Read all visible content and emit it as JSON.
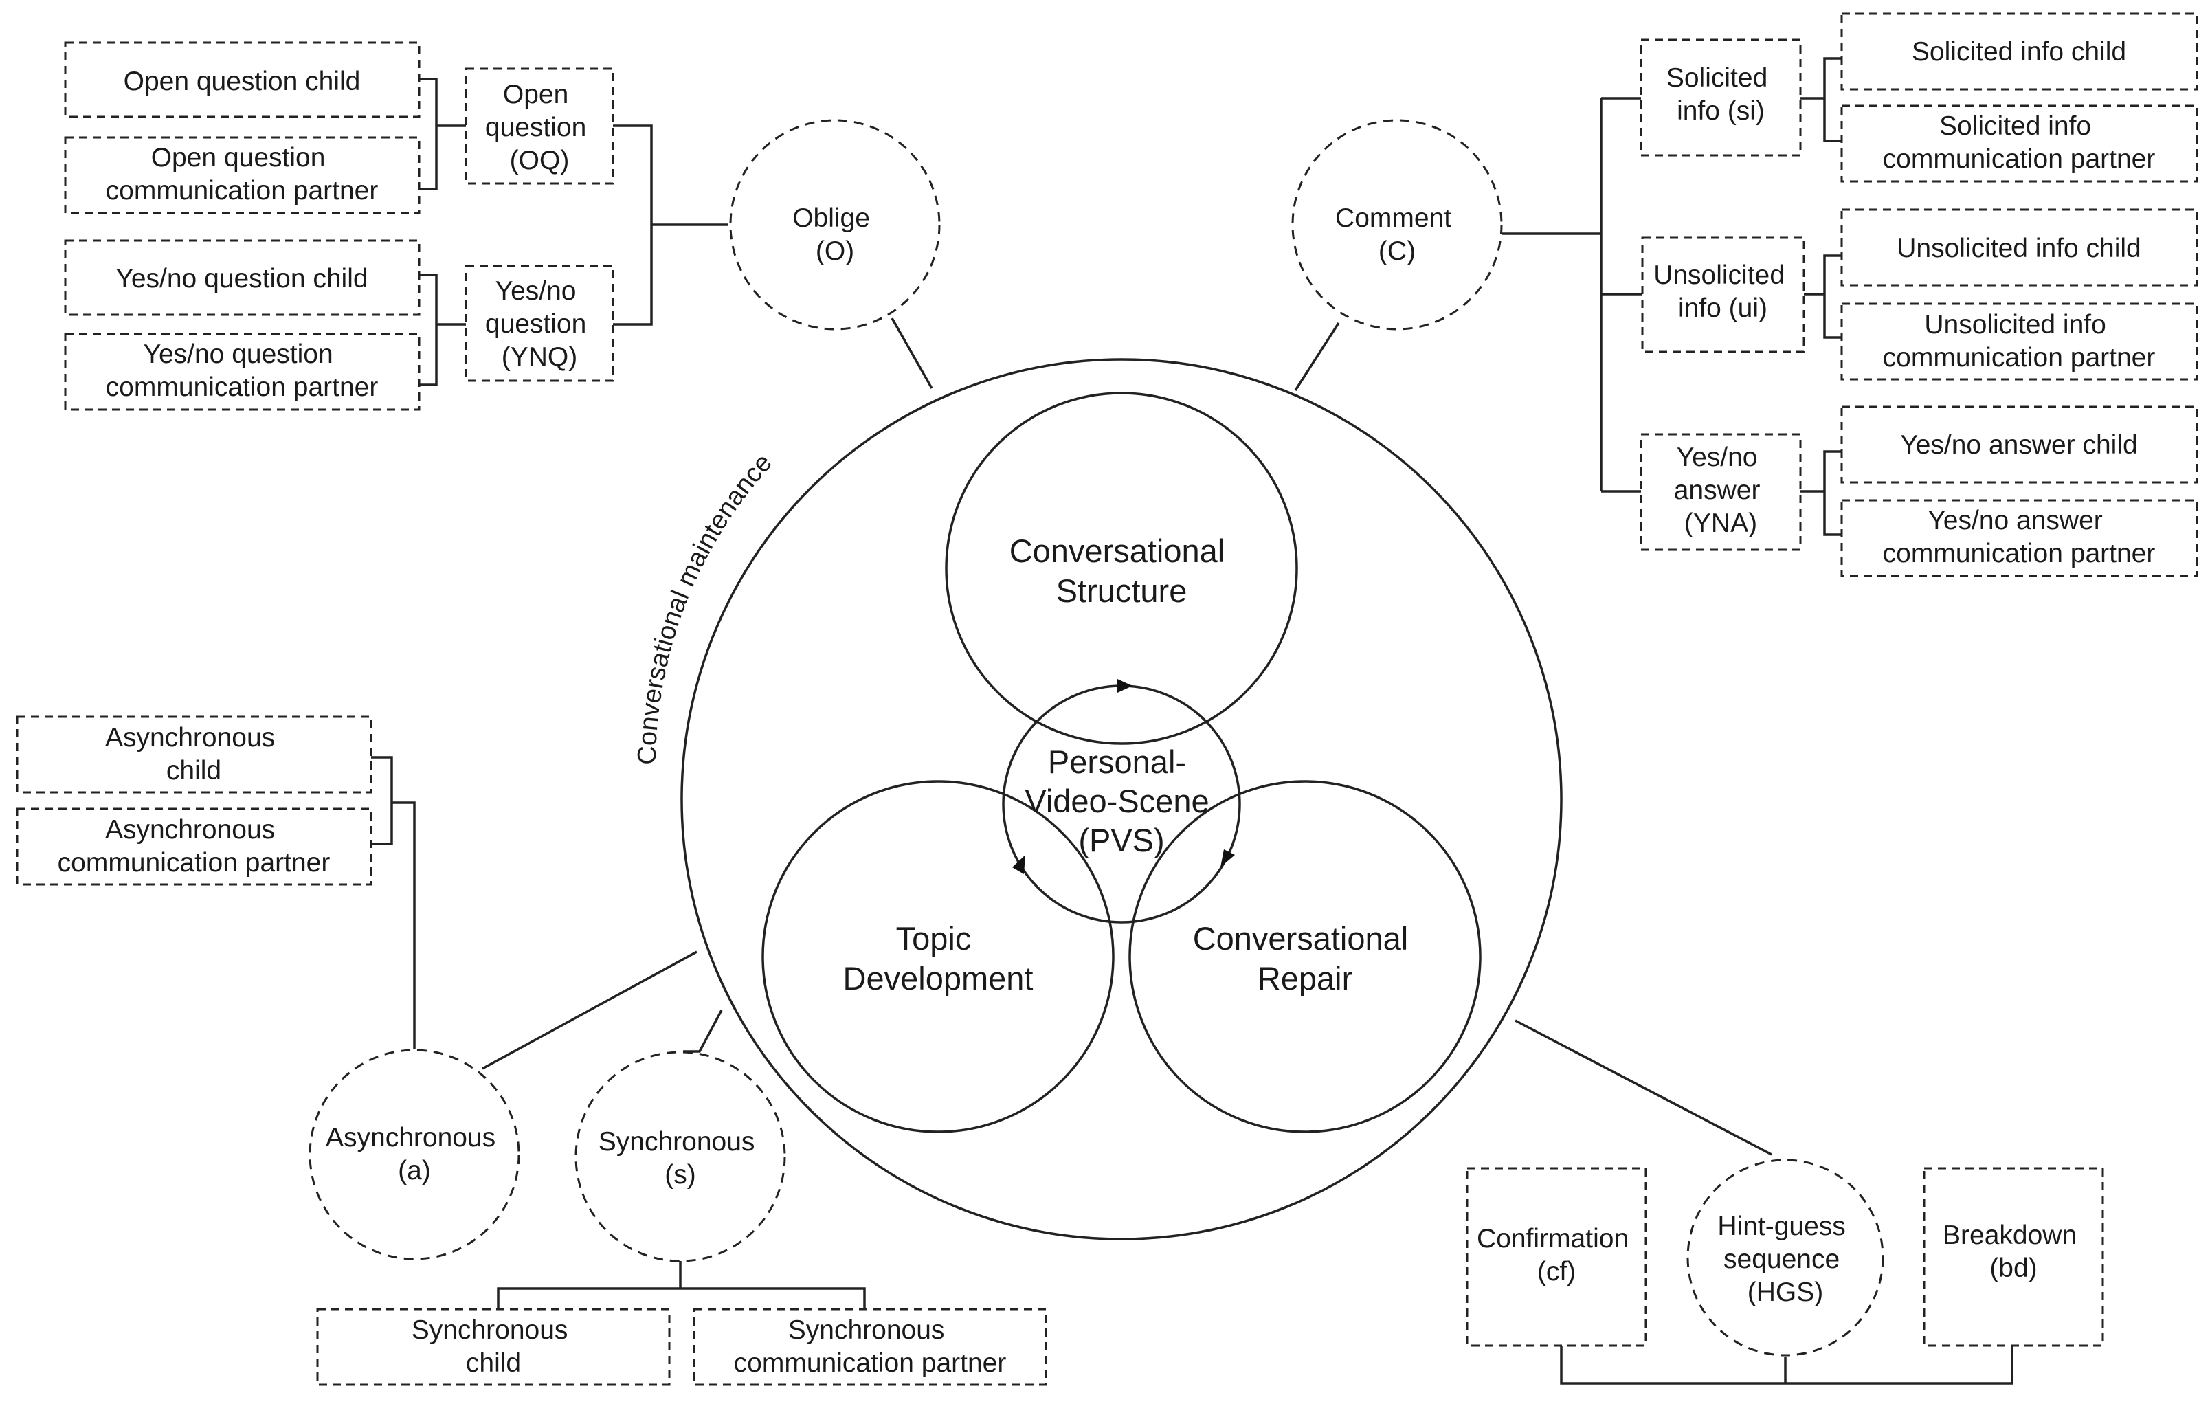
{
  "center": {
    "outer_label": "Conversational maintenance",
    "structure": [
      "Conversational",
      "Structure"
    ],
    "topic": [
      "Topic",
      "Development"
    ],
    "repair": [
      "Conversational",
      "Repair"
    ],
    "pvs": [
      "Personal-",
      "Video-Scene",
      "(PVS)"
    ]
  },
  "oblige": {
    "circle": [
      "Oblige",
      "(O)"
    ],
    "open_question": [
      "Open",
      "question",
      "(OQ)"
    ],
    "yesno_question": [
      "Yes/no",
      "question",
      "(YNQ)"
    ],
    "oq_child": [
      "Open question child"
    ],
    "oq_partner": [
      "Open question",
      "communication partner"
    ],
    "ynq_child": [
      "Yes/no question child"
    ],
    "ynq_partner": [
      "Yes/no question",
      "communication partner"
    ]
  },
  "comment": {
    "circle": [
      "Comment",
      "(C)"
    ],
    "solicited": [
      "Solicited",
      "info (si)"
    ],
    "unsolicited": [
      "Unsolicited",
      "info (ui)"
    ],
    "yesno_answer": [
      "Yes/no",
      "answer",
      "(YNA)"
    ],
    "si_child": [
      "Solicited info child"
    ],
    "si_partner": [
      "Solicited info",
      "communication partner"
    ],
    "ui_child": [
      "Unsolicited info child"
    ],
    "ui_partner": [
      "Unsolicited info",
      "communication partner"
    ],
    "yna_child": [
      "Yes/no answer child"
    ],
    "yna_partner": [
      "Yes/no answer",
      "communication partner"
    ]
  },
  "timing": {
    "async": [
      "Asynchronous",
      "(a)"
    ],
    "sync": [
      "Synchronous",
      "(s)"
    ],
    "async_child": [
      "Asynchronous",
      "child"
    ],
    "async_partner": [
      "Asynchronous",
      "communication partner"
    ],
    "sync_child": [
      "Synchronous",
      "child"
    ],
    "sync_partner": [
      "Synchronous",
      "communication partner"
    ]
  },
  "repair": {
    "hgs": [
      "Hint-guess",
      "sequence",
      "(HGS)"
    ],
    "confirmation": [
      "Confirmation",
      "(cf)"
    ],
    "breakdown": [
      "Breakdown",
      "(bd)"
    ]
  }
}
